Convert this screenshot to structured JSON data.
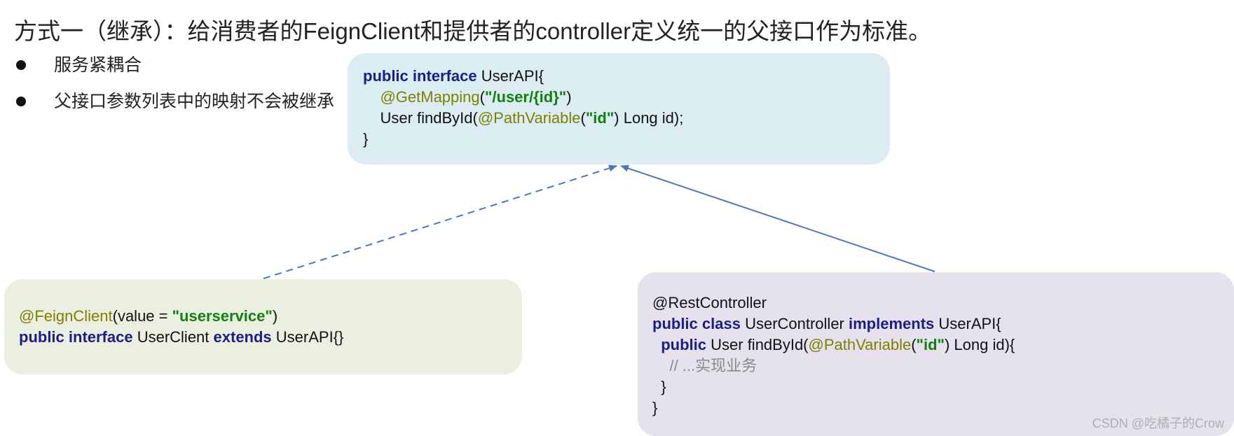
{
  "title": "方式一（继承）：给消费者的FeignClient和提供者的controller定义统一的父接口作为标准。",
  "bullets": [
    "服务紧耦合",
    "父接口参数列表中的映射不会被继承"
  ],
  "api_box": {
    "kw_public_interface": "public interface",
    "api_decl": " UserAPI{",
    "get_mapping_ann": "@GetMapping",
    "open_paren": "(",
    "path_str": "\"/user/{id}\"",
    "close_paren": ")",
    "method_prefix": "User findById(",
    "path_variable_ann": "@PathVariable",
    "open_paren2": "(",
    "id_str": "\"id\"",
    "method_suffix": ") Long id);",
    "close_brace": "}"
  },
  "client_box": {
    "feign_ann": "@FeignClient",
    "value_prefix": "(value = ",
    "service_str": "\"userservice\"",
    "value_suffix": ")",
    "kw_public_interface": "public interface",
    "client_name": " UserClient ",
    "kw_extends": "extends",
    "parent_decl": " UserAPI{}"
  },
  "controller_box": {
    "rest_ann": "@RestController",
    "kw_public_class": "public class",
    "class_name": " UserController ",
    "kw_implements": "implements",
    "parent_decl": " UserAPI{",
    "kw_public": "public",
    "method_prefix": " User findById(",
    "path_variable_ann": "@PathVariable",
    "open_paren": "(",
    "id_str": "\"id\"",
    "method_suffix": ") Long id){",
    "comment": "// ...实现业务",
    "inner_close": "}",
    "outer_close": "}"
  },
  "watermark": "CSDN @吃橘子的Crow",
  "colors": {
    "keyword": "#1c1c8a",
    "annotation": "#808000",
    "string": "#108010",
    "comment": "#8a8a8a",
    "arrow": "#4a78b8",
    "api_box_bg": "#dbedf3",
    "client_box_bg": "#ebefdf",
    "controller_box_bg": "#e5e1ed"
  }
}
